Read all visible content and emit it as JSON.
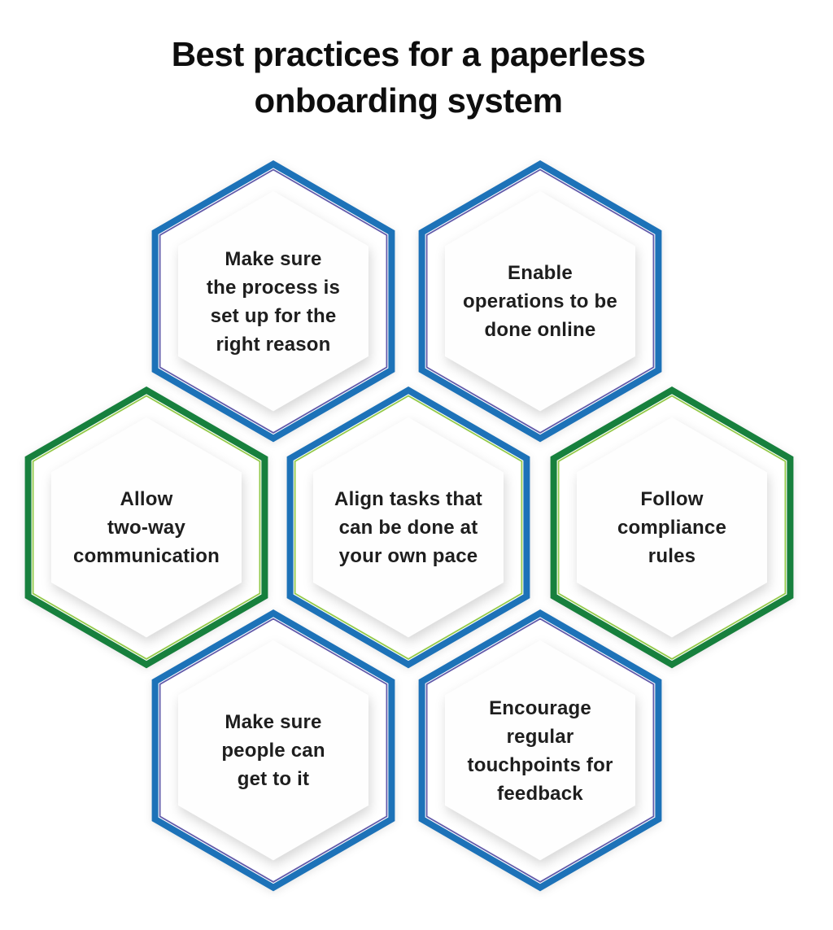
{
  "title": "Best practices for a paperless\nonboarding system",
  "colors": {
    "blue_ring": "#1d72b8",
    "green_ring": "#17803d",
    "accent_purple": "#5a52a5",
    "accent_light_green": "#8dc63f",
    "text": "#1e1e1e",
    "title_text": "#0e0e0e",
    "background": "#ffffff"
  },
  "hexagons": [
    {
      "id": "make-sure-process",
      "label": "Make sure\nthe process is\nset up for the\nright reason",
      "border_color": "#1d72b8",
      "accent_color": "#5a52a5"
    },
    {
      "id": "enable-operations",
      "label": "Enable\noperations to be\ndone online",
      "border_color": "#1d72b8",
      "accent_color": "#5a52a5"
    },
    {
      "id": "allow-two-way",
      "label": "Allow\ntwo-way\ncommunication",
      "border_color": "#17803d",
      "accent_color": "#8dc63f"
    },
    {
      "id": "align-tasks",
      "label": "Align tasks that\ncan be done at\nyour own pace",
      "border_color": "#1d72b8",
      "accent_color": "#8dc63f"
    },
    {
      "id": "follow-compliance",
      "label": "Follow\ncompliance\nrules",
      "border_color": "#17803d",
      "accent_color": "#8dc63f"
    },
    {
      "id": "people-can-get-to-it",
      "label": "Make sure\npeople can\nget to it",
      "border_color": "#1d72b8",
      "accent_color": "#5a52a5"
    },
    {
      "id": "encourage-touchpoints",
      "label": "Encourage\nregular\ntouchpoints for\nfeedback",
      "border_color": "#1d72b8",
      "accent_color": "#5a52a5"
    }
  ]
}
